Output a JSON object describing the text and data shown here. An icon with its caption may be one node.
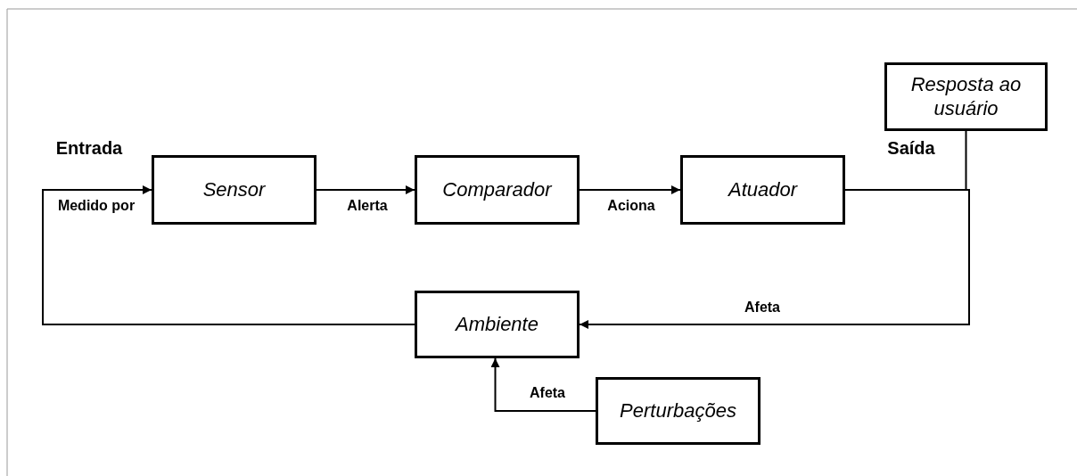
{
  "diagram": {
    "nodes": [
      {
        "text": [
          "Sensor"
        ]
      },
      {
        "text": [
          "Comparador"
        ]
      },
      {
        "text": [
          "Atuador"
        ]
      },
      {
        "text": [
          "Resposta ao usuário"
        ]
      },
      {
        "text": [
          "Ambiente"
        ]
      },
      {
        "text": [
          "Perturbações"
        ]
      }
    ],
    "edges": [
      {
        "from": 0,
        "to": 1,
        "arrow": "to",
        "label": "Alerta"
      },
      {
        "from": 1,
        "to": 2,
        "arrow": "to",
        "label": "Aciona"
      },
      {
        "from": 2,
        "to": 3,
        "arrow": "none"
      },
      {
        "from": 2,
        "to": 4,
        "arrow": "to",
        "label": "Afeta"
      },
      {
        "from": 4,
        "to": 0,
        "arrow": "to",
        "label": "Medido por"
      },
      {
        "from": 5,
        "to": 4,
        "arrow": "to",
        "label": "Afeta"
      }
    ],
    "labels": [
      "Entrada",
      "Saída"
    ]
  }
}
